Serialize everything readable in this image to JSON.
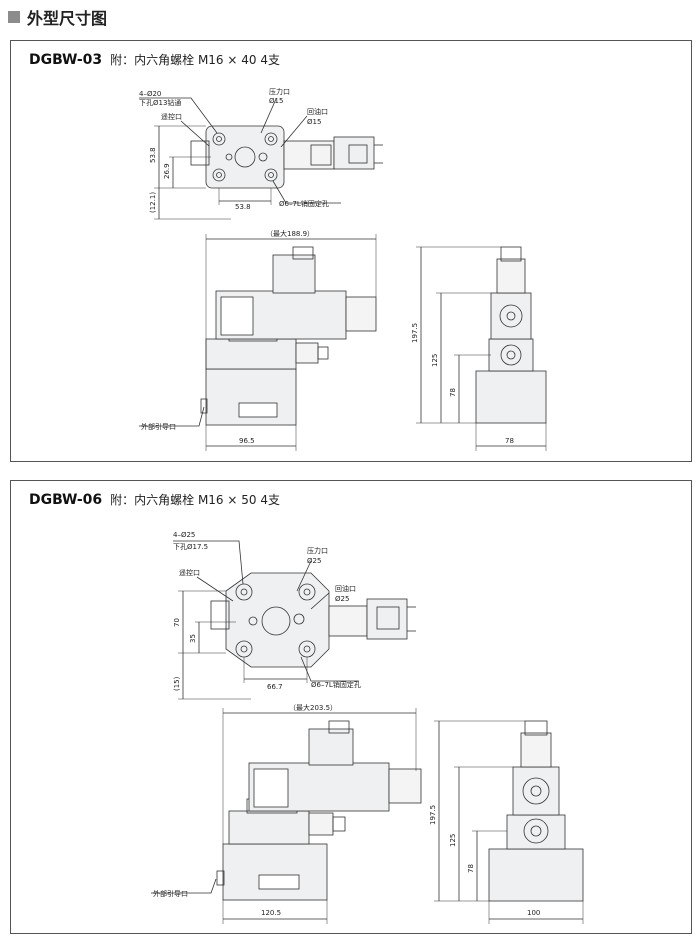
{
  "header": {
    "title": "外型尺寸图",
    "accent": "#8c8c8c"
  },
  "panels": [
    {
      "model": "DGBW-03",
      "note": "附：内六角螺栓 M16 × 40 4支",
      "labels": {
        "holes_a": "4–Ø20",
        "holes_b": "下孔Ø13钻通",
        "pressure": "压力口",
        "pressure_d": "Ø15",
        "return": "回油口",
        "return_d": "Ø15",
        "remote": "遥控口",
        "pin": "Ø6–7L销固定孔",
        "external": "外部引导口"
      },
      "dims": {
        "h1": "53.8",
        "h2": "26.9",
        "h3": "(12.1)",
        "w1": "53.8",
        "max": "（最大188.9）",
        "base": "96.5",
        "side_total": "197.5",
        "side_mid": "125",
        "side_low": "78",
        "side_w": "78"
      }
    },
    {
      "model": "DGBW-06",
      "note": "附：内六角螺栓 M16 × 50 4支",
      "labels": {
        "holes_a": "4–Ø25",
        "holes_b": "下孔Ø17.5",
        "pressure": "压力口",
        "pressure_d": "Ø25",
        "return": "回油口",
        "return_d": "Ø25",
        "remote": "遥控口",
        "pin": "Ø6–7L销固定孔",
        "external": "外部引导口"
      },
      "dims": {
        "h1": "70",
        "h2": "35",
        "h3": "(15)",
        "w1": "66.7",
        "max": "（最大203.5）",
        "base": "120.5",
        "side_total": "197.5",
        "side_mid": "125",
        "side_low": "78",
        "side_w": "100"
      }
    }
  ]
}
